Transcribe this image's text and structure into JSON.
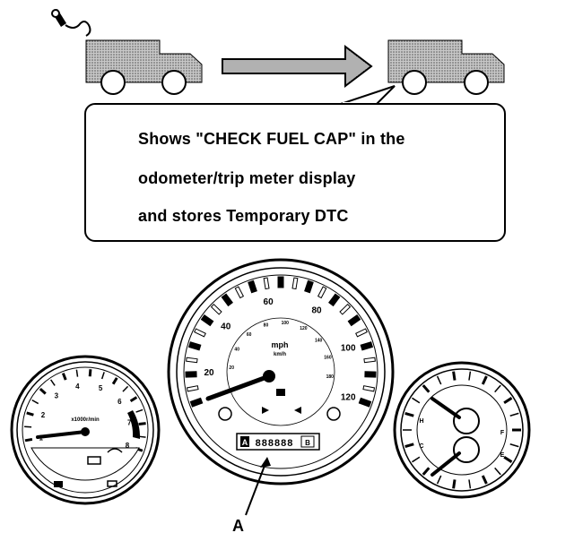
{
  "callout": {
    "line1": "Shows \"CHECK FUEL CAP\" in the",
    "line2": "odometer/trip meter display",
    "line3": "and stores Temporary DTC"
  },
  "pointer_label": "A",
  "speedometer": {
    "mph_ticks": [
      "20",
      "40",
      "60",
      "80",
      "100",
      "120"
    ],
    "kmh_ticks": [
      "20",
      "40",
      "60",
      "80",
      "100",
      "120",
      "140",
      "160",
      "180"
    ],
    "center_label": "mph",
    "center_sublabel": "km/h",
    "odometer_digits": "888888",
    "odometer_prefix": "A",
    "odometer_suffix": "B"
  },
  "tachometer": {
    "ticks": [
      "1",
      "2",
      "3",
      "4",
      "5",
      "6",
      "7",
      "8"
    ],
    "center_label": "x1000r/min"
  },
  "fuel_temp_gauge": {
    "fuel_marks": [
      "F",
      "E"
    ],
    "temp_marks": [
      "H",
      "C"
    ]
  }
}
